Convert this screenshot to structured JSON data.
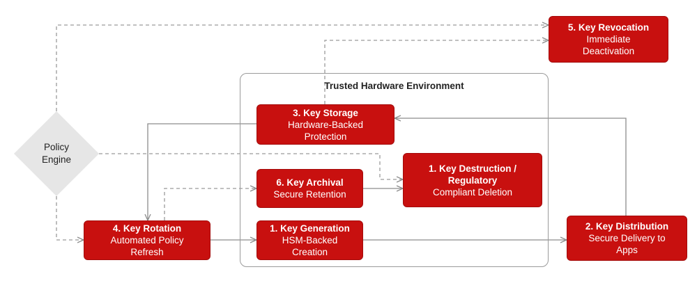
{
  "environment": {
    "title": "Trusted Hardware Environment"
  },
  "policy_engine": {
    "label_line1": "Policy",
    "label_line2": "Engine"
  },
  "nodes": {
    "revocation": {
      "title": "5. Key Revocation",
      "line1": "Immediate",
      "line2": "Deactivation"
    },
    "storage": {
      "title": "3. Key Storage",
      "line1": "Hardware-Backed",
      "line2": "Protection"
    },
    "archival": {
      "title": "6. Key Archival",
      "line1": "Secure Retention",
      "line2": ""
    },
    "destruction": {
      "title": "1. Key Destruction /",
      "line1": "Regulatory",
      "line2": "Compliant Deletion"
    },
    "rotation": {
      "title": "4. Key Rotation",
      "line1": "Automated Policy",
      "line2": "Refresh"
    },
    "generation": {
      "title": "1. Key Generation",
      "line1": "HSM-Backed",
      "line2": "Creation"
    },
    "distribution": {
      "title": "2. Key Distribution",
      "line1": "Secure Delivery to",
      "line2": "Apps"
    }
  },
  "colors": {
    "node_fill": "#c8100f",
    "connector": "#8c8c8c",
    "diamond": "#e6e6e6"
  }
}
